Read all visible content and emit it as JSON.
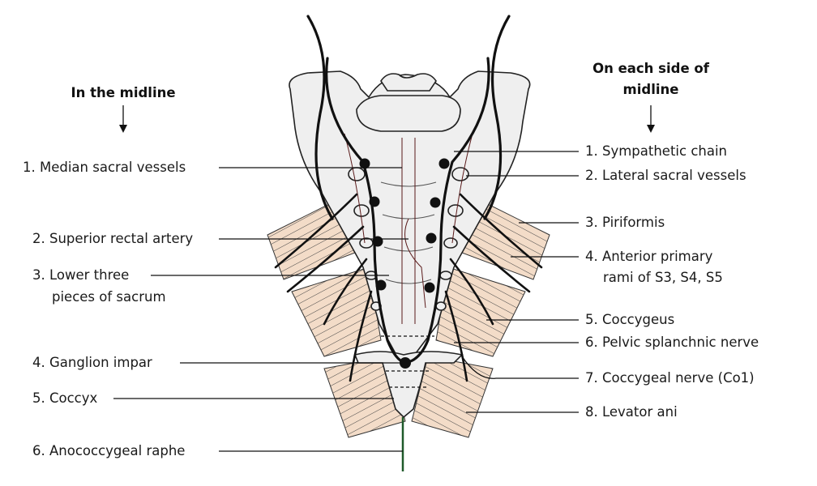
{
  "headers": {
    "left": "In the midline",
    "right_line1": "On each side of",
    "right_line2": "midline"
  },
  "left_labels": [
    {
      "lines": [
        "1. Median sacral vessels"
      ]
    },
    {
      "lines": [
        "2. Superior rectal artery"
      ]
    },
    {
      "lines": [
        "3. Lower three",
        "pieces of sacrum"
      ]
    },
    {
      "lines": [
        "4. Ganglion impar"
      ]
    },
    {
      "lines": [
        "5. Coccyx"
      ]
    },
    {
      "lines": [
        "6. Anococcygeal raphe"
      ]
    }
  ],
  "right_labels": [
    {
      "lines": [
        "1. Sympathetic chain"
      ]
    },
    {
      "lines": [
        "2. Lateral sacral vessels"
      ]
    },
    {
      "lines": [
        "3. Piriformis"
      ]
    },
    {
      "lines": [
        "4. Anterior primary",
        "rami of S3, S4, S5"
      ]
    },
    {
      "lines": [
        "5. Coccygeus"
      ]
    },
    {
      "lines": [
        "6. Pelvic splanchnic nerve"
      ]
    },
    {
      "lines": [
        "7. Coccygeal nerve (Co1)"
      ]
    },
    {
      "lines": [
        "8. Levator ani"
      ]
    }
  ],
  "colors": {
    "bone": "#efefef",
    "muscle": "#f3dcc8",
    "vessel": "#5a1a1a",
    "raphe": "#1f5a2a"
  }
}
